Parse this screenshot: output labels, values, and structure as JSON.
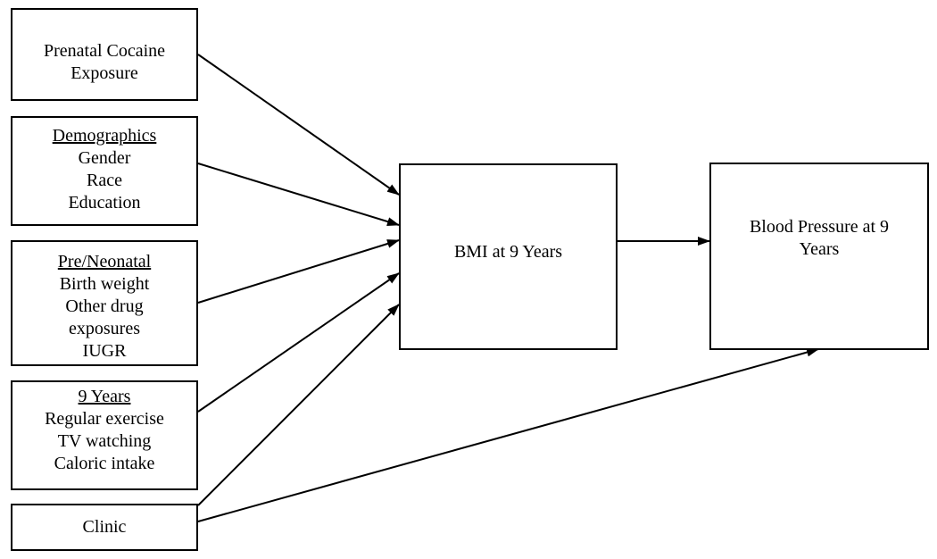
{
  "boxes": {
    "prenatal": {
      "lines": [
        "Prenatal Cocaine",
        "Exposure"
      ]
    },
    "demographics": {
      "heading": "Demographics",
      "items": [
        "Gender",
        "Race",
        "Education"
      ]
    },
    "neonatal": {
      "heading": "Pre/Neonatal",
      "items": [
        "Birth weight",
        "Other drug",
        "exposures",
        "IUGR"
      ]
    },
    "nine_years": {
      "heading": "9 Years",
      "items": [
        "Regular exercise",
        "TV watching",
        "Caloric intake"
      ]
    },
    "clinic": {
      "label": "Clinic"
    },
    "bmi": {
      "label": "BMI at 9 Years"
    },
    "blood_pressure": {
      "lines": [
        "Blood Pressure at 9",
        "Years"
      ]
    }
  },
  "edges": [
    {
      "from": "Prenatal Cocaine Exposure",
      "to": "BMI at 9 Years"
    },
    {
      "from": "Demographics",
      "to": "BMI at 9 Years"
    },
    {
      "from": "Pre/Neonatal",
      "to": "BMI at 9 Years"
    },
    {
      "from": "9 Years",
      "to": "BMI at 9 Years"
    },
    {
      "from": "Clinic",
      "to": "BMI at 9 Years"
    },
    {
      "from": "BMI at 9 Years",
      "to": "Blood Pressure at 9 Years"
    },
    {
      "from": "Clinic",
      "to": "Blood Pressure at 9 Years"
    }
  ],
  "colors": {
    "stroke": "#000000",
    "background": "#ffffff"
  }
}
